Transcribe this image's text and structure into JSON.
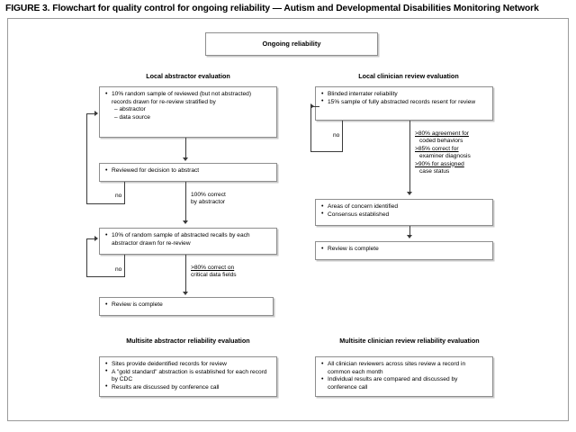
{
  "figure": {
    "title": "FIGURE 3. Flowchart for quality control for ongoing reliability — Autism and Developmental Disabilities Monitoring Network"
  },
  "top": {
    "label": "Ongoing reliability"
  },
  "sections": {
    "local_abstractor": "Local abstractor evaluation",
    "local_clinician": "Local clinician review evaluation",
    "multisite_abstractor": "Multisite abstractor reliability evaluation",
    "multisite_clinician": "Multisite clinician review reliability evaluation"
  },
  "left_column": {
    "box1": {
      "items": [
        "10% random sample of reviewed (but not abstracted) records drawn for re-review stratified by"
      ],
      "sub_items": [
        "– abstractor",
        "– data source"
      ]
    },
    "box2": {
      "items": [
        "Reviewed for decision to abstract"
      ]
    },
    "box3": {
      "items": [
        "10% of random sample of abstracted recalls by each abstractor drawn for re-review"
      ]
    },
    "box4": {
      "items": [
        "Review is complete"
      ]
    },
    "labels": {
      "no1": "no",
      "pass1_line1": "100% correct",
      "pass1_line2": "by abstractor",
      "no2": "no",
      "pass2_line1": ">80% correct on",
      "pass2_line2": "critical data fields"
    },
    "bottom_box": {
      "items": [
        "Sites provide deidentified records for review",
        "A \"gold standard\" abstraction is established for each record by CDC",
        "Results are discussed by conference call"
      ]
    }
  },
  "right_column": {
    "box1": {
      "items": [
        "Blinded interrater reliability",
        "15% sample of fully abstracted records resent for review"
      ]
    },
    "box2": {
      "items": [
        "Areas of concern identified",
        "Consensus established"
      ]
    },
    "box3": {
      "items": [
        "Review is complete"
      ]
    },
    "labels": {
      "no1": "no",
      "crit1_line1": ">80% agreement for",
      "crit1_line2": "coded behaviors",
      "crit2_line1": ">85% correct for",
      "crit2_line2": "examiner diagnosis",
      "crit3_line1": ">90% for assigned",
      "crit3_line2": "case status"
    },
    "bottom_box": {
      "items": [
        "All clinician reviewers across sites review a record in common each month",
        "Individual results are compared and discussed by conference call"
      ]
    }
  },
  "colors": {
    "border": "#8e8e8e",
    "shadow": "#c9c9c9",
    "line": "#3a3a3a",
    "frame": "#9a9a9a",
    "text": "#000000"
  }
}
